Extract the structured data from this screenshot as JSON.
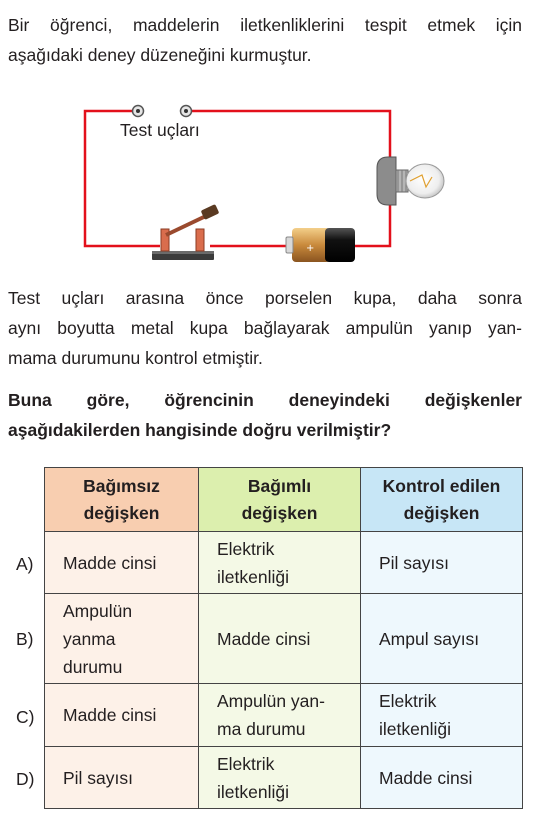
{
  "intro": {
    "line1": "Bir öğrenci, maddelerin iletkenliklerini tespit etmek için",
    "line2": "aşağıdaki deney düzeneğini kurmuştur."
  },
  "figure": {
    "test_label": "Test uçları"
  },
  "explanation": {
    "line1": "Test uçları arasına önce porselen kupa, daha sonra",
    "line2": "aynı boyutta metal kupa bağlayarak ampulün yanıp yan-",
    "line3": "mama durumunu kontrol etmiştir."
  },
  "question": {
    "line1": "Buna göre, öğrencinin deneyindeki değişkenler",
    "line2": "aşağıdakilerden hangisinde doğru verilmiştir?"
  },
  "table": {
    "headers": [
      {
        "l1": "Bağımsız",
        "l2": "değişken"
      },
      {
        "l1": "Bağımlı",
        "l2": "değişken"
      },
      {
        "l1": "Kontrol edilen",
        "l2": "değişken"
      }
    ],
    "rows": [
      {
        "letter": "A)",
        "c1": [
          "Madde cinsi"
        ],
        "c2": [
          "Elektrik",
          "iletkenliği"
        ],
        "c3": [
          "Pil sayısı"
        ]
      },
      {
        "letter": "B)",
        "c1": [
          "Ampulün",
          "yanma",
          "durumu"
        ],
        "c2": [
          "Madde cinsi"
        ],
        "c3": [
          "Ampul sayısı"
        ]
      },
      {
        "letter": "C)",
        "c1": [
          "Madde cinsi"
        ],
        "c2": [
          "Ampulün yan-",
          "ma durumu"
        ],
        "c3": [
          "Elektrik",
          "iletkenliği"
        ]
      },
      {
        "letter": "D)",
        "c1": [
          "Pil sayısı"
        ],
        "c2": [
          "Elektrik",
          "iletkenliği"
        ],
        "c3": [
          "Madde cinsi"
        ]
      }
    ]
  }
}
